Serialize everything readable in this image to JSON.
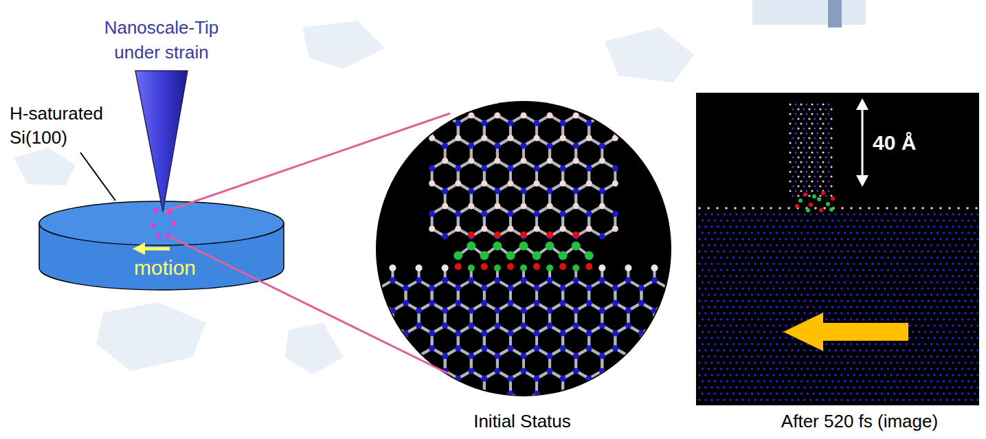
{
  "diagram": {
    "nodes": [
      {
        "text": [
          "motion"
        ]
      }
    ],
    "labels": [
      "Nanoscale-Tip under strain",
      "H-saturated Si(100)",
      "Initial Status",
      "40 Å",
      "After 520 fs (image)"
    ]
  }
}
